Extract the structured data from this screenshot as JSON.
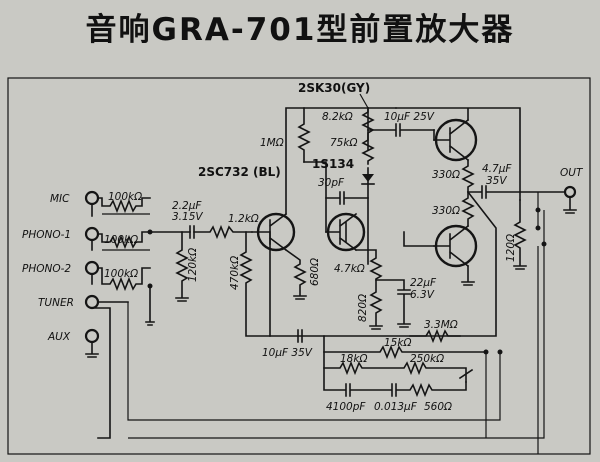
{
  "title": "音响GRA-701型前置放大器",
  "inputs": [
    "MIC",
    "PHONO-1",
    "PHONO-2",
    "TUNER",
    "AUX"
  ],
  "output": "OUT",
  "devices": {
    "q_input": "2SC732 (BL)",
    "q_fet": "2SK30(GY)",
    "diode": "1S134"
  },
  "labels": {
    "c_in": "2.2μF",
    "c_in_v": "3.15V",
    "r_in": "1.2kΩ",
    "r_bias": "470kΩ",
    "r_gnd": "120kΩ",
    "r_mic": "100kΩ",
    "r_ph1": "100kΩ",
    "r_ph2": "100kΩ",
    "r_1m": "1MΩ",
    "r_8k2": "8.2kΩ",
    "c_10u25": "10μF 25V",
    "r_75k": "75kΩ",
    "c_30p": "30pF",
    "r_680": "680Ω",
    "r_4k7": "4.7kΩ",
    "r_820": "820Ω",
    "c_22u": "22μF",
    "c_22u_v": "6.3V",
    "r_330a": "330Ω",
    "r_330b": "330Ω",
    "c_out": "4.7μF",
    "c_out_v": "35V",
    "r_120": "120Ω",
    "r_3m3": "3.3MΩ",
    "c_fb": "10μF 35V",
    "r_15k": "15kΩ",
    "r_18k": "18kΩ",
    "r_250k": "250kΩ",
    "c_4100p": "4100pF",
    "c_0013": "0.013μF",
    "r_560": "560Ω"
  }
}
